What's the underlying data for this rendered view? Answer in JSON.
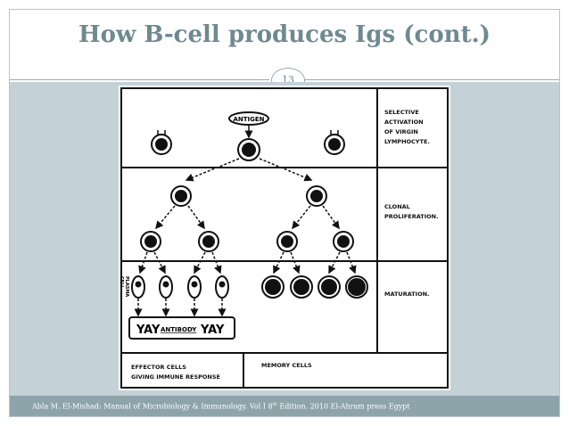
{
  "slide": {
    "title": "How B-cell produces Igs (cont.)",
    "number": "13"
  },
  "figure": {
    "antigen_label": "ANTIGEN",
    "stage1": [
      "SELECTIVE",
      "ACTIVATION",
      "OF VIRGIN",
      "LYMPHOCYTE."
    ],
    "stage2": [
      "CLONAL",
      "PROLIFERATION."
    ],
    "stage3": [
      "MATURATION."
    ],
    "plasma_label": [
      "PLASMA",
      "CELL"
    ],
    "antibody_left": "YAY",
    "antibody_word": "ANTIBODY",
    "antibody_right": "YAY",
    "effector": [
      "EFFECTOR CELLS",
      "GIVING IMMUNE RESPONSE"
    ],
    "memory": "MEMORY CELLS"
  },
  "footer": {
    "prefix": "Abla M. El-Mishad: Manual of Microbiology & Immunology. Vol I 8",
    "sup": "th",
    "suffix": " Edition. 2010 El-Ahram press Egypt"
  },
  "colors": {
    "title": "#6f8a8f",
    "content_bg": "#c4d2d7",
    "footer_bg": "#8da4aa"
  }
}
